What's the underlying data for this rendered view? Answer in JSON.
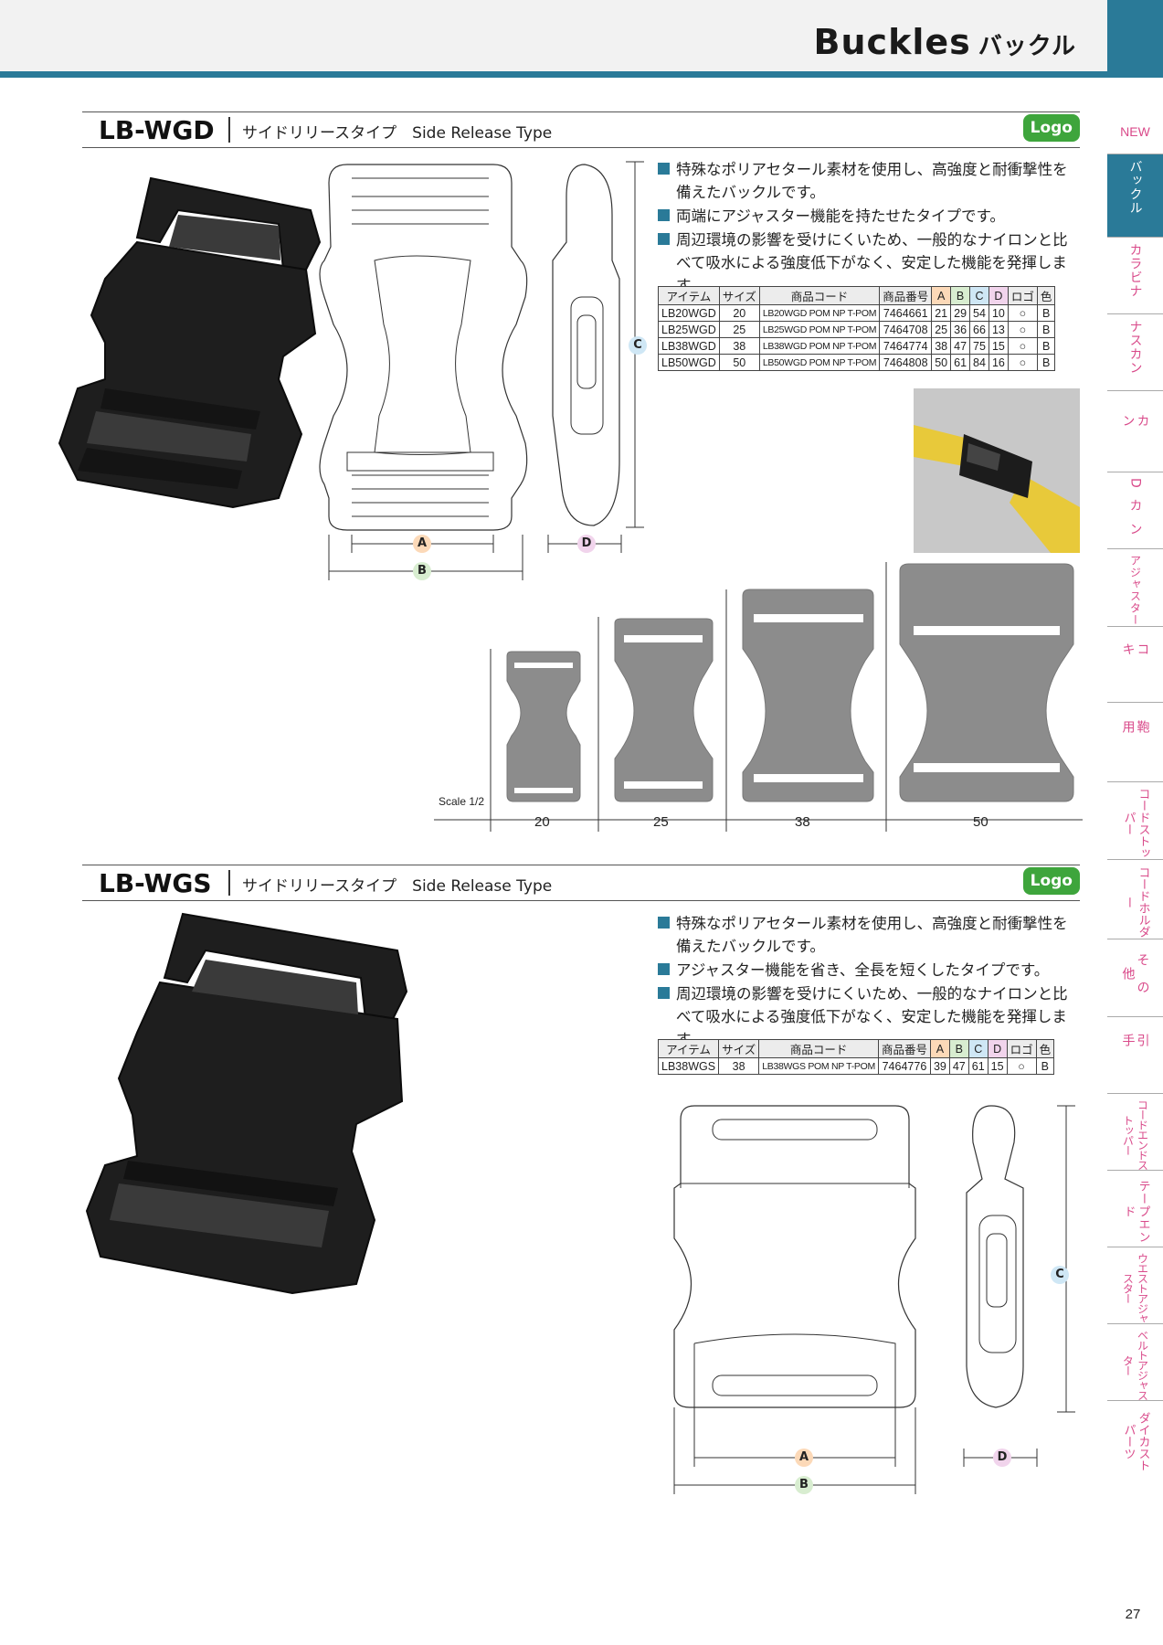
{
  "header": {
    "title": "Buckles",
    "title_jp": "バックル"
  },
  "sections": [
    {
      "model": "LB-WGD",
      "type_label": "サイドリリースタイプ　Side Release Type",
      "logo_badge": "Logo",
      "bullets": [
        "特殊なポリアセタール素材を使用し、高強度と耐衝撃性を備えたバックルです。",
        "両端にアジャスター機能を持たせたタイプです。",
        "周辺環境の影響を受けにくいため、一般的なナイロンと比べて吸水による強度低下がなく、安定した機能を発揮します。"
      ],
      "table": {
        "headers": [
          "アイテム",
          "サイズ",
          "商品コード",
          "商品番号",
          "A",
          "B",
          "C",
          "D",
          "ロゴ",
          "色"
        ],
        "rows": [
          [
            "LB20WGD",
            "20",
            "LB20WGD POM NP T-POM",
            "7464661",
            "21",
            "29",
            "54",
            "10",
            "○",
            "B"
          ],
          [
            "LB25WGD",
            "25",
            "LB25WGD POM NP T-POM",
            "7464708",
            "25",
            "36",
            "66",
            "13",
            "○",
            "B"
          ],
          [
            "LB38WGD",
            "38",
            "LB38WGD POM NP T-POM",
            "7464774",
            "38",
            "47",
            "75",
            "15",
            "○",
            "B"
          ],
          [
            "LB50WGD",
            "50",
            "LB50WGD POM NP T-POM",
            "7464808",
            "50",
            "61",
            "84",
            "16",
            "○",
            "B"
          ]
        ]
      },
      "dim_labels": {
        "a": "A",
        "b": "B",
        "c": "C",
        "d": "D"
      },
      "scale_label": "Scale 1/2",
      "sizes": [
        "20",
        "25",
        "38",
        "50"
      ]
    },
    {
      "model": "LB-WGS",
      "type_label": "サイドリリースタイプ　Side Release Type",
      "logo_badge": "Logo",
      "bullets": [
        "特殊なポリアセタール素材を使用し、高強度と耐衝撃性を備えたバックルです。",
        "アジャスター機能を省き、全長を短くしたタイプです。",
        "周辺環境の影響を受けにくいため、一般的なナイロンと比べて吸水による強度低下がなく、安定した機能を発揮します。"
      ],
      "table": {
        "headers": [
          "アイテム",
          "サイズ",
          "商品コード",
          "商品番号",
          "A",
          "B",
          "C",
          "D",
          "ロゴ",
          "色"
        ],
        "rows": [
          [
            "LB38WGS",
            "38",
            "LB38WGS POM NP T-POM",
            "7464776",
            "39",
            "47",
            "61",
            "15",
            "○",
            "B"
          ]
        ]
      },
      "dim_labels": {
        "a": "A",
        "b": "B",
        "c": "C",
        "d": "D"
      }
    }
  ],
  "side_nav": [
    {
      "label": "NEW",
      "active": false
    },
    {
      "label": "バックル",
      "active": true
    },
    {
      "label": "カラビナ",
      "active": false
    },
    {
      "label": "ナスカン",
      "active": false
    },
    {
      "label": "カン",
      "active": false
    },
    {
      "label": "Dカン",
      "active": false
    },
    {
      "label": "アジャスター",
      "active": false
    },
    {
      "label": "コキ",
      "active": false
    },
    {
      "label": "鞄用",
      "active": false
    },
    {
      "label": "コードストッパー",
      "active": false
    },
    {
      "label": "コードホルダー",
      "active": false
    },
    {
      "label": "その他",
      "active": false
    },
    {
      "label": "引手",
      "active": false
    },
    {
      "label": "コードエンドストッパー",
      "active": false
    },
    {
      "label": "テープエンド",
      "active": false
    },
    {
      "label": "ウエストアジャスター",
      "active": false
    },
    {
      "label": "ベルトアジャスター",
      "active": false
    },
    {
      "label": "ダイカストパーツ",
      "active": false
    }
  ],
  "page_number": "27",
  "colors": {
    "accent": "#2a7a98",
    "logo_badge": "#3ea53c",
    "nav_text": "#d94a8a",
    "dim_a": "#fcd9b8",
    "dim_b": "#d8edd0",
    "dim_c": "#cfe7f5",
    "dim_d": "#f1d4ec"
  }
}
